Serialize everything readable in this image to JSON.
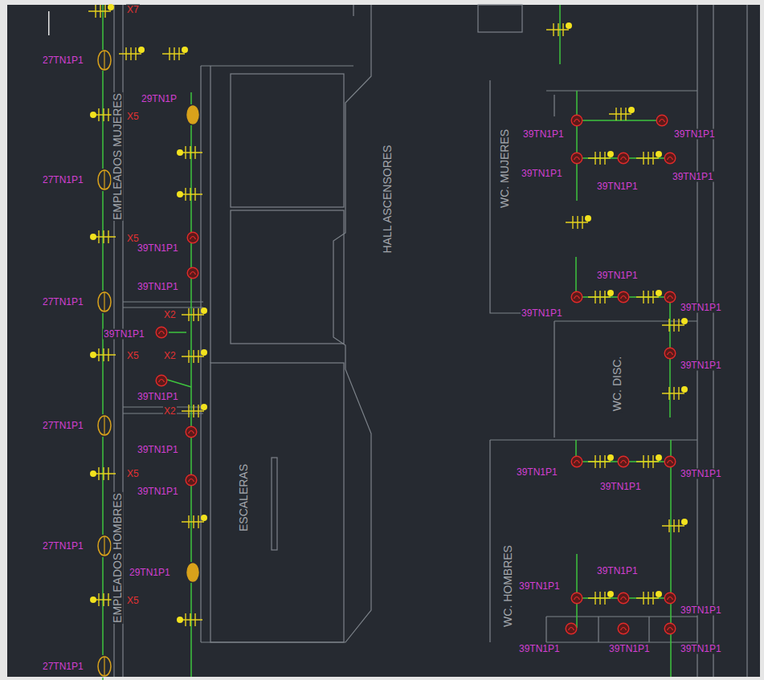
{
  "diagram": {
    "labels": [
      "X7",
      "27TN1P1",
      "29TN1P",
      "X5",
      "EMPLEADOS MUJERES",
      "27TN1P1",
      "HALL ASCENSORES",
      "X5",
      "39TN1P1",
      "39TN1P1",
      "27TN1P1",
      "X2",
      "39TN1P1",
      "X5",
      "X2",
      "39TN1P1",
      "X2",
      "27TN1P1",
      "39TN1P1",
      "X5",
      "ESCALERAS",
      "39TN1P1",
      "27TN1P1",
      "29TN1P1",
      "EMPLEADOS HOMBRES",
      "X5",
      "27TN1P1",
      "WC. MUJERES",
      "39TN1P1",
      "39TN1P1",
      "39TN1P1",
      "39TN1P1",
      "39TN1P1",
      "39TN1P1",
      "39TN1P1",
      "39TN1P1",
      "39TN1P1",
      "WC. DISC.",
      "39TN1P1",
      "39TN1P1",
      "39TN1P1",
      "WC. HOMBRES",
      "39TN1P1",
      "39TN1P1",
      "39TN1P1",
      "39TN1P1",
      "39TN1P1",
      "39TN1P1"
    ]
  }
}
